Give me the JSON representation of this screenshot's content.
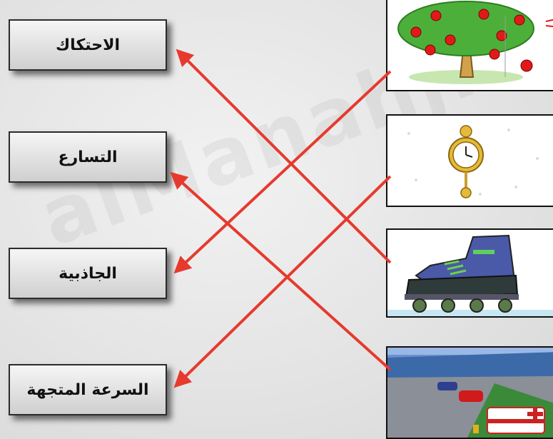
{
  "watermark": "alManahj.com",
  "labels": [
    {
      "id": "friction",
      "text": "الاحتكاك"
    },
    {
      "id": "acceleration",
      "text": "التسارع"
    },
    {
      "id": "gravity",
      "text": "الجاذبية"
    },
    {
      "id": "velocity",
      "text": "السرعة المتجهة"
    }
  ],
  "pictures": [
    {
      "id": "apple-tree",
      "description_icon": "apple-tree-icon"
    },
    {
      "id": "pendulum-clock",
      "description_icon": "pendulum-clock-icon"
    },
    {
      "id": "roller-skate",
      "description_icon": "roller-skate-icon"
    },
    {
      "id": "race-track",
      "description_icon": "race-cars-icon"
    }
  ],
  "matches": [
    {
      "from": "apple-tree",
      "to": "gravity"
    },
    {
      "from": "pendulum-clock",
      "to": "velocity"
    },
    {
      "from": "roller-skate",
      "to": "friction"
    },
    {
      "from": "race-track",
      "to": "acceleration"
    }
  ],
  "colors": {
    "arrow": "#e63a2e",
    "box_border": "#2b2b2b"
  }
}
